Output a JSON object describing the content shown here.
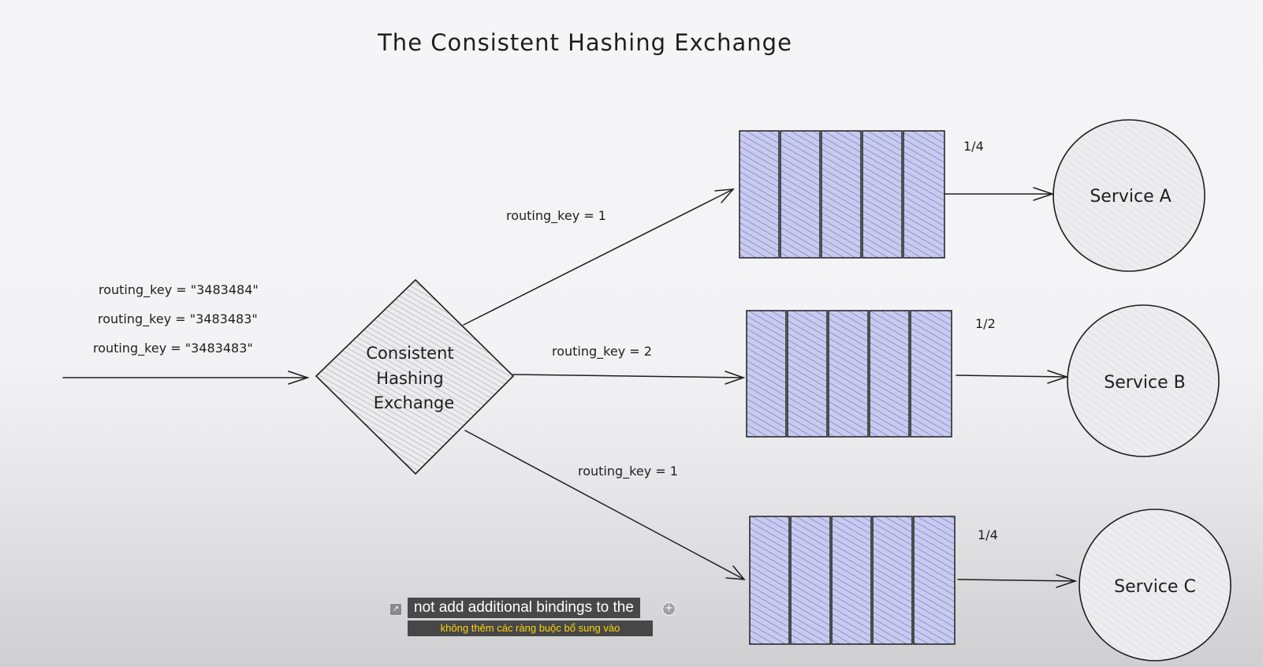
{
  "title": "The Consistent Hashing Exchange",
  "input_routing_keys": [
    "routing_key = \"3483484\"",
    "routing_key = \"3483483\"",
    "routing_key = \"3483483\""
  ],
  "exchange": {
    "lines": [
      "Consistent",
      "Hashing",
      "Exchange"
    ]
  },
  "bindings": [
    {
      "label": "routing_key = 1",
      "fraction": "1/4",
      "service": "Service A"
    },
    {
      "label": "routing_key = 2",
      "fraction": "1/2",
      "service": "Service B"
    },
    {
      "label": "routing_key = 1",
      "fraction": "1/4",
      "service": "Service C"
    }
  ],
  "subtitles": {
    "line1": "not add additional bindings to the",
    "line2": "không thêm các ràng buộc bổ sung vào"
  },
  "colors": {
    "queue_fill": "#a5a8dc",
    "hatch": "#7f84cf",
    "stroke": "#1e1e1e",
    "service_fill": "#ececee",
    "subtitle_translation": "#ffd60a"
  },
  "icons": {
    "caption_expand": "expand-icon",
    "caption_add": "add-circle-icon"
  }
}
